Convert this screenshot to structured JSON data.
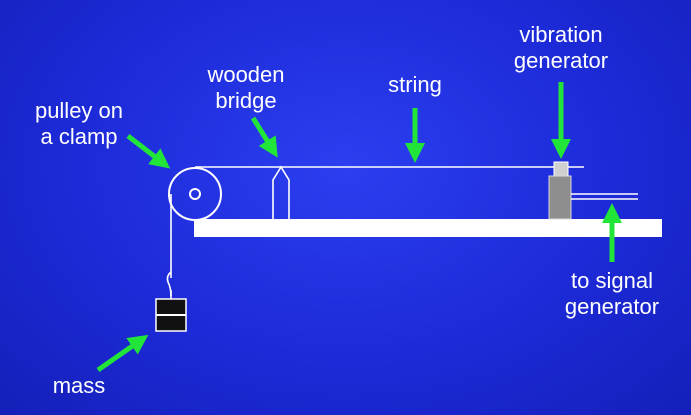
{
  "labels": {
    "pulley": [
      "pulley on",
      "a clamp"
    ],
    "bridge": [
      "wooden",
      "bridge"
    ],
    "string": [
      "string"
    ],
    "vibration_generator": [
      "vibration",
      "generator"
    ],
    "signal_generator": [
      "to signal",
      "generator"
    ],
    "mass": [
      "mass"
    ]
  },
  "colors": {
    "background": "#1d2ad8",
    "arrow": "#22e53a",
    "apparatus": "#ffffff",
    "mass_block": "#111111",
    "vibrator_body": "#8e8e8e"
  }
}
